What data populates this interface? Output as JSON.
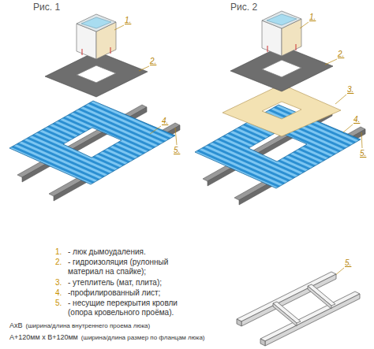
{
  "diagram": {
    "labels": [
      "Рис. 1",
      "Рис. 2",
      "1.",
      "2.",
      "4.",
      "5.",
      "1.",
      "2.",
      "3.",
      "4.",
      "5.",
      "1.",
      "- люк дымоудаления.",
      "2.",
      "- гидроизоляция (рулонный материал на спайке);",
      "3.",
      "- утеплитель (мат, плита);",
      "4.",
      "-профилированный лист;",
      "5.",
      "- несущие перекрытия кровли (опора кровельного проёма).",
      "5.",
      "AxB",
      "(ширина/длина внутреннего проема люка)",
      "A+120мм x B+120мм",
      "(ширина/длина размер по фланцам люка)"
    ]
  }
}
